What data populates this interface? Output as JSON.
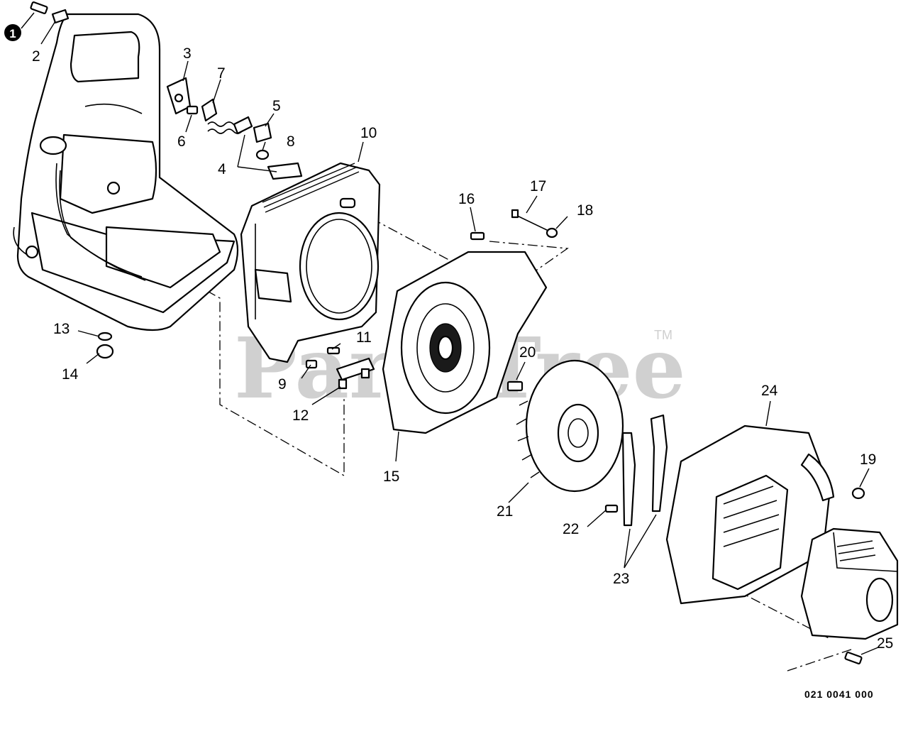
{
  "watermark": {
    "text": "PartsTree",
    "tm": "TM"
  },
  "reference_code": "021 0041 000",
  "marker_badge": "1",
  "callouts": [
    "1",
    "2",
    "3",
    "4",
    "5",
    "6",
    "7",
    "8",
    "9",
    "10",
    "11",
    "12",
    "13",
    "14",
    "15",
    "16",
    "17",
    "18",
    "19",
    "20",
    "21",
    "22",
    "23",
    "24",
    "25"
  ]
}
